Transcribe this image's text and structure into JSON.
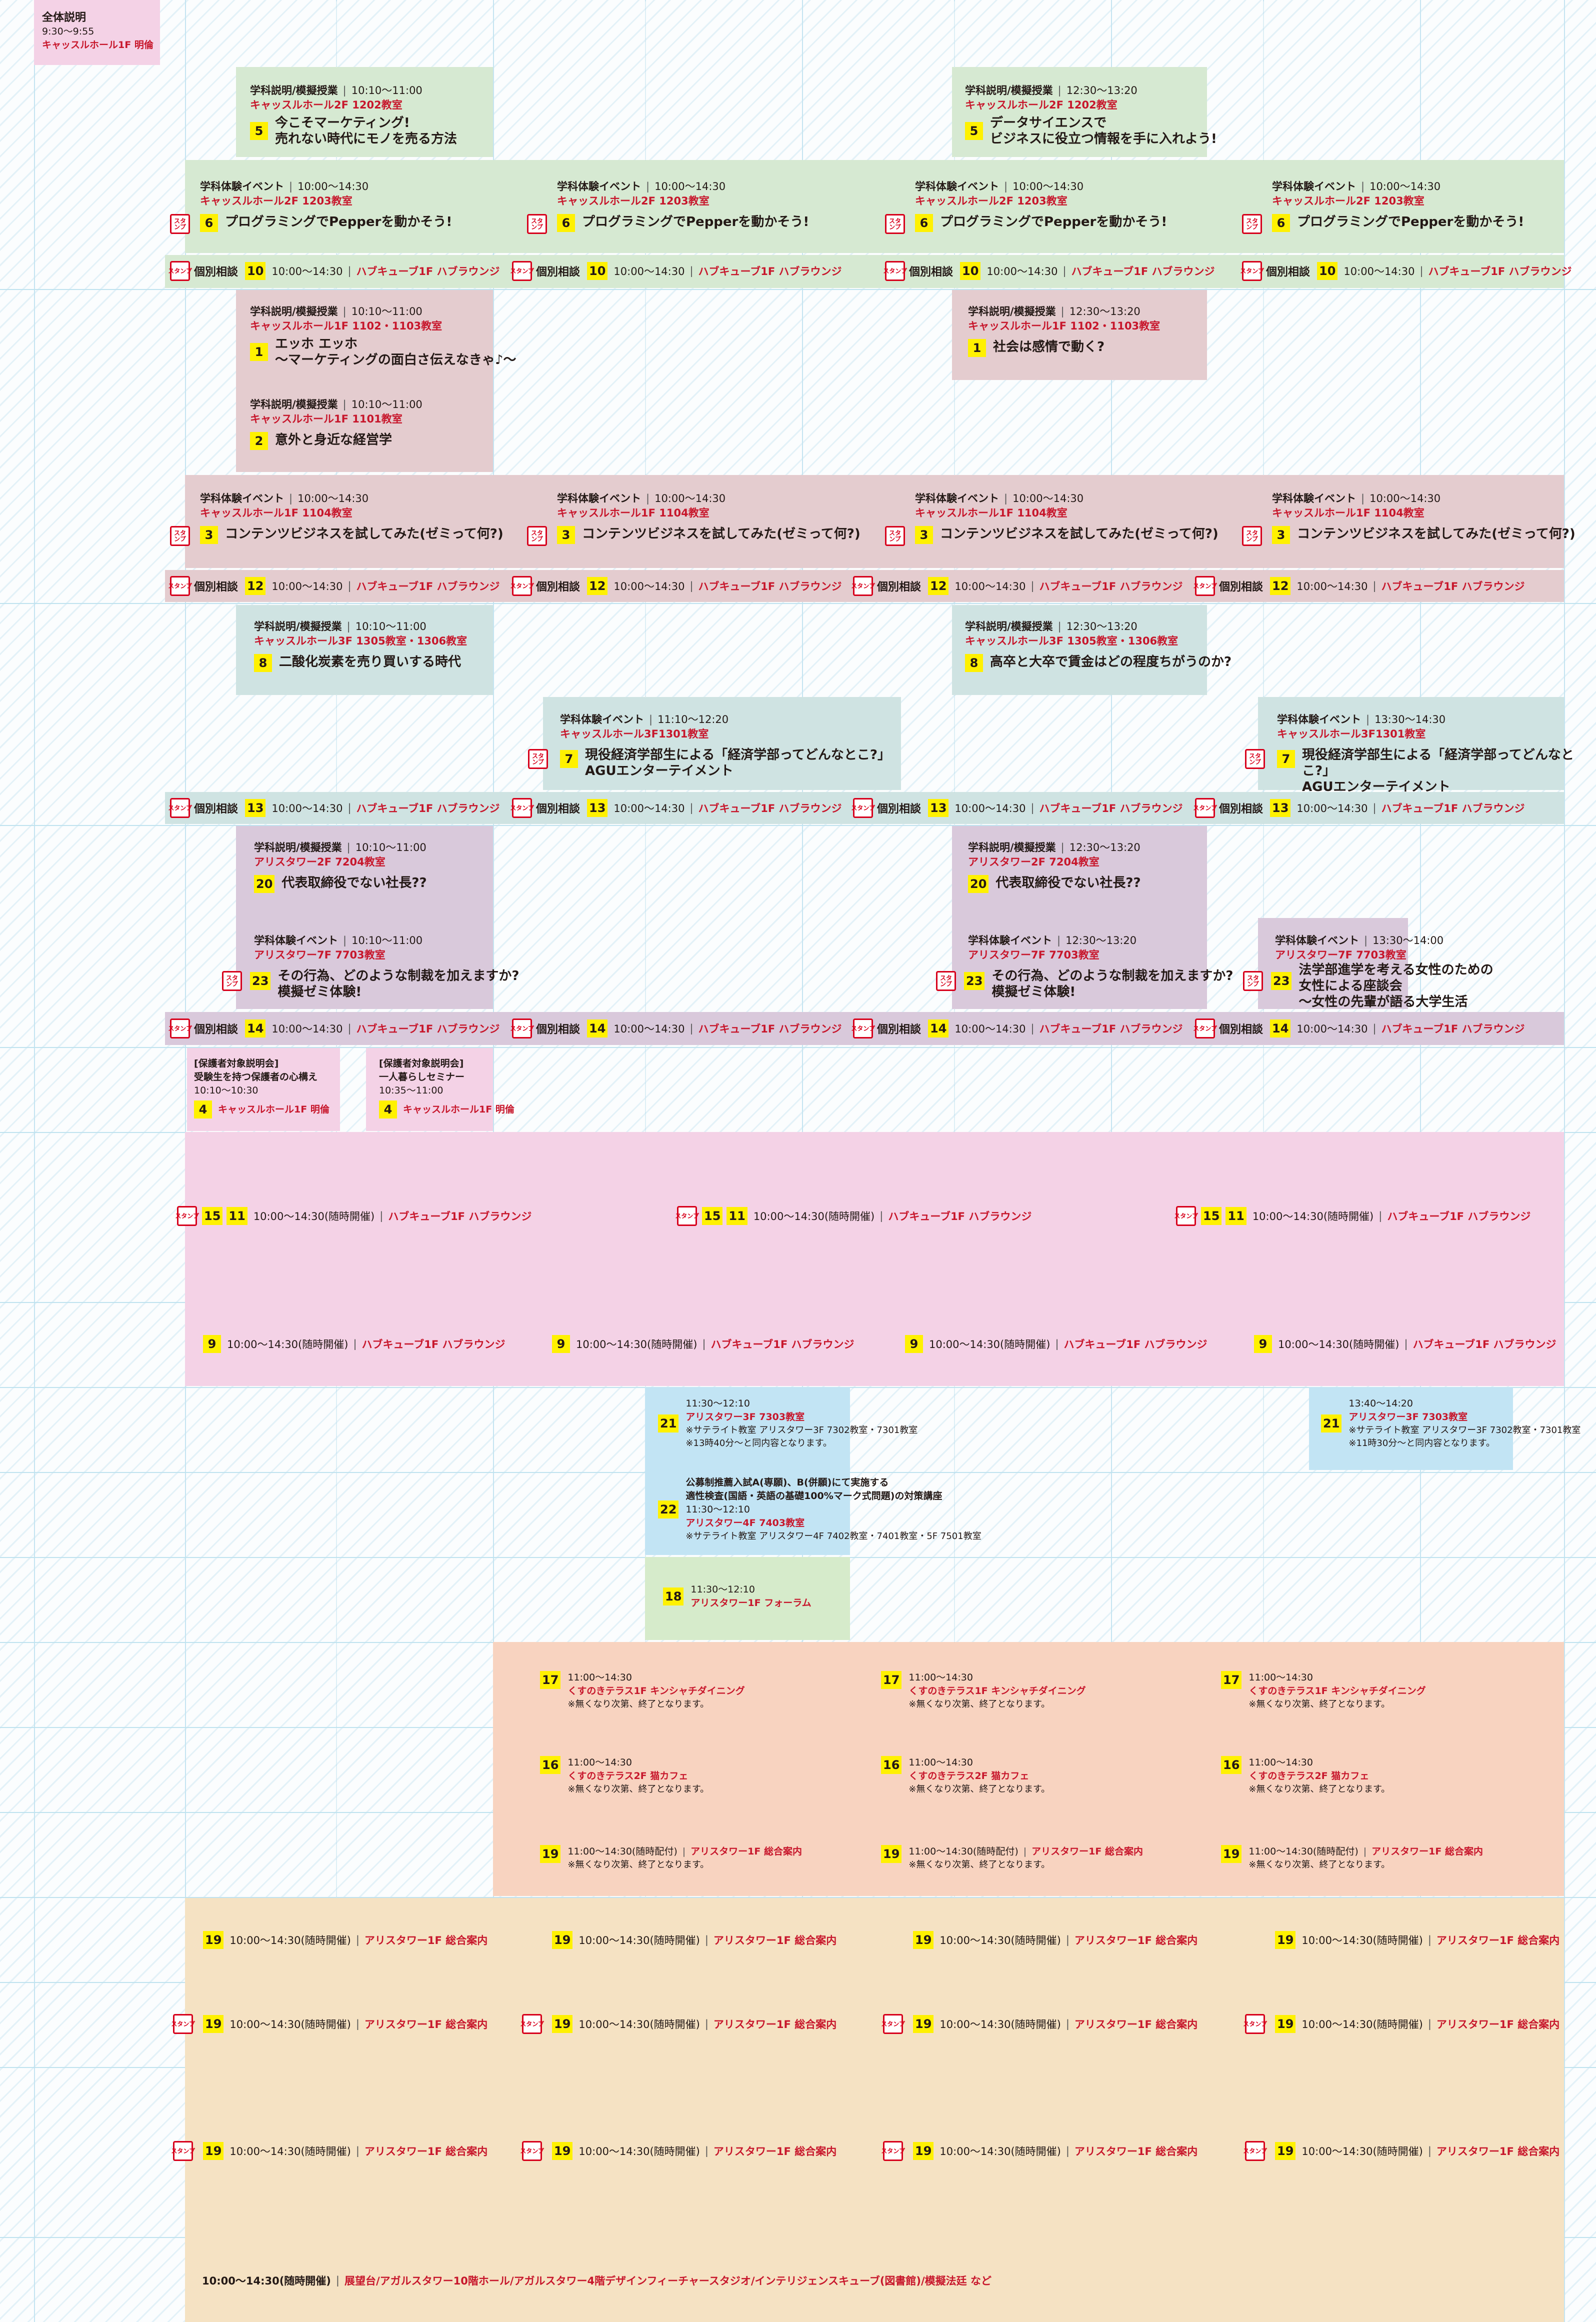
{
  "opening": {
    "title": "全体説明",
    "time": "9:30〜9:55",
    "place": "キャッスルホール1F 明倫"
  },
  "stamp_text": "スタンプ",
  "lbl_consult": "個別相談",
  "sep": "|",
  "common": {
    "consult_time": "10:00〜14:30",
    "consult_place": "ハブキューブ1F ハブラウンジ",
    "adhoc_time": "10:00〜14:30(随時開催)",
    "hub_place": "ハブキューブ1F ハブラウンジ",
    "info_place": "アリスタワー1F 総合案内",
    "info_time_dist": "11:00〜14:30(随時配付)",
    "end_note": "※無くなり次第、終了となります。"
  },
  "econ": {
    "lec1": {
      "header": "学科説明/模擬授業",
      "time": "10:10〜11:00",
      "place": "キャッスルホール2F 1202教室",
      "num": "5",
      "title": "今こそマーケティング!\n売れない時代にモノを売る方法"
    },
    "lec2": {
      "header": "学科説明/模擬授業",
      "time": "12:30〜13:20",
      "place": "キャッスルホール2F 1202教室",
      "num": "5",
      "title": "データサイエンスで\nビジネスに役立つ情報を手に入れよう!"
    },
    "ev": {
      "header": "学科体験イベント",
      "time": "10:00〜14:30",
      "place": "キャッスルホール2F 1203教室",
      "num": "6",
      "title": "プログラミングでPepperを動かそう!"
    },
    "consult_num": "10"
  },
  "mgmt": {
    "lec1": {
      "header": "学科説明/模擬授業",
      "time": "10:10〜11:00",
      "place": "キャッスルホール1F 1102・1103教室",
      "num": "1",
      "title": "エッホ エッホ\n〜マーケティングの面白さ伝えなきゃ♪〜"
    },
    "lec2": {
      "header": "学科説明/模擬授業",
      "time": "10:10〜11:00",
      "place": "キャッスルホール1F 1101教室",
      "num": "2",
      "title": "意外と身近な経営学"
    },
    "lec3": {
      "header": "学科説明/模擬授業",
      "time": "12:30〜13:20",
      "place": "キャッスルホール1F 1102・1103教室",
      "num": "1",
      "title": "社会は感情で動く?"
    },
    "ev": {
      "header": "学科体験イベント",
      "time": "10:00〜14:30",
      "place": "キャッスルホール1F 1104教室",
      "num": "3",
      "title": "コンテンツビジネスを試してみた(ゼミって何?)"
    },
    "consult_num": "12"
  },
  "ecodept": {
    "lec1": {
      "header": "学科説明/模擬授業",
      "time": "10:10〜11:00",
      "place": "キャッスルホール3F 1305教室・1306教室",
      "num": "8",
      "title": "二酸化炭素を売り買いする時代"
    },
    "lec2": {
      "header": "学科説明/模擬授業",
      "time": "12:30〜13:20",
      "place": "キャッスルホール3F 1305教室・1306教室",
      "num": "8",
      "title": "高卒と大卒で賃金はどの程度ちがうのか?"
    },
    "ev1": {
      "header": "学科体験イベント",
      "time": "11:10〜12:20",
      "place": "キャッスルホール3F1301教室",
      "num": "7",
      "title": "現役経済学部生による「経済学部ってどんなとこ?」\nAGUエンターテイメント"
    },
    "ev2": {
      "header": "学科体験イベント",
      "time": "13:30〜14:30",
      "place": "キャッスルホール3F1301教室",
      "num": "7",
      "title": "現役経済学部生による「経済学部ってどんなとこ?」\nAGUエンターテイメント"
    },
    "consult_num": "13"
  },
  "law": {
    "lec1": {
      "header": "学科説明/模擬授業",
      "time": "10:10〜11:00",
      "place": "アリスタワー2F 7204教室",
      "num": "20",
      "title": "代表取締役でない社長??"
    },
    "lec2": {
      "header": "学科説明/模擬授業",
      "time": "12:30〜13:20",
      "place": "アリスタワー2F 7204教室",
      "num": "20",
      "title": "代表取締役でない社長??"
    },
    "ev1": {
      "header": "学科体験イベント",
      "time": "10:10〜11:00",
      "place": "アリスタワー7F 7703教室",
      "num": "23",
      "title": "その行為、どのような制裁を加えますか?\n模擬ゼミ体験!"
    },
    "ev2": {
      "header": "学科体験イベント",
      "time": "12:30〜13:20",
      "place": "アリスタワー7F 7703教室",
      "num": "23",
      "title": "その行為、どのような制裁を加えますか?\n模擬ゼミ体験!"
    },
    "ev3": {
      "header": "学科体験イベント",
      "time": "13:30〜14:00",
      "place": "アリスタワー7F 7703教室",
      "num": "23",
      "title": "法学部進学を考える女性のための\n女性による座談会\n〜女性の先輩が語る大学生活"
    },
    "consult_num": "14"
  },
  "parents": {
    "p1": {
      "header": "[保護者対象説明会]",
      "title": "受験生を持つ保護者の心構え",
      "time": "10:10〜10:30",
      "num": "4",
      "place": "キャッスルホール1F 明倫"
    },
    "p2": {
      "header": "[保護者対象説明会]",
      "title": "一人暮らしセミナー",
      "time": "10:35〜11:00",
      "num": "4",
      "place": "キャッスルホール1F 明倫"
    }
  },
  "pink": {
    "n1": "15",
    "n2": "11",
    "n3": "9"
  },
  "blue": {
    "b1": {
      "num": "21",
      "time": "11:30〜12:10",
      "place": "アリスタワー3F 7303教室",
      "note1": "※サテライト教室 アリスタワー3F 7302教室・7301教室",
      "note2": "※13時40分〜と同内容となります。"
    },
    "b2": {
      "num": "21",
      "time": "13:40〜14:20",
      "place": "アリスタワー3F 7303教室",
      "note1": "※サテライト教室 アリスタワー3F 7302教室・7301教室",
      "note2": "※11時30分〜と同内容となります。"
    },
    "b3": {
      "num": "22",
      "line1": "公募制推薦入試A(専願)、B(併願)にて実施する",
      "line2": "適性検査(国語・英語の基礎100%マーク式問題)の対策講座",
      "time": "11:30〜12:10",
      "place": "アリスタワー4F 7403教室",
      "note1": "※サテライト教室 アリスタワー4F 7402教室・7401教室・5F 7501教室"
    }
  },
  "green18": {
    "num": "18",
    "time": "11:30〜12:10",
    "place": "アリスタワー1F フォーラム"
  },
  "orange": {
    "r1": {
      "num": "17",
      "time": "11:00〜14:30",
      "place": "くすのきテラス1F キンシャチダイニング"
    },
    "r2": {
      "num": "16",
      "time": "11:00〜14:30",
      "place": "くすのきテラス2F 猫カフェ"
    },
    "r3": {
      "num": "19"
    }
  },
  "tan": {
    "num": "19",
    "last_time": "10:00〜14:30(随時開催)",
    "last_place": "展望台/アガルスタワー10階ホール/アガルスタワー4階デザインフィーチャースタジオ/インテリジェンスキューブ(図書館)/模擬法廷 など"
  }
}
